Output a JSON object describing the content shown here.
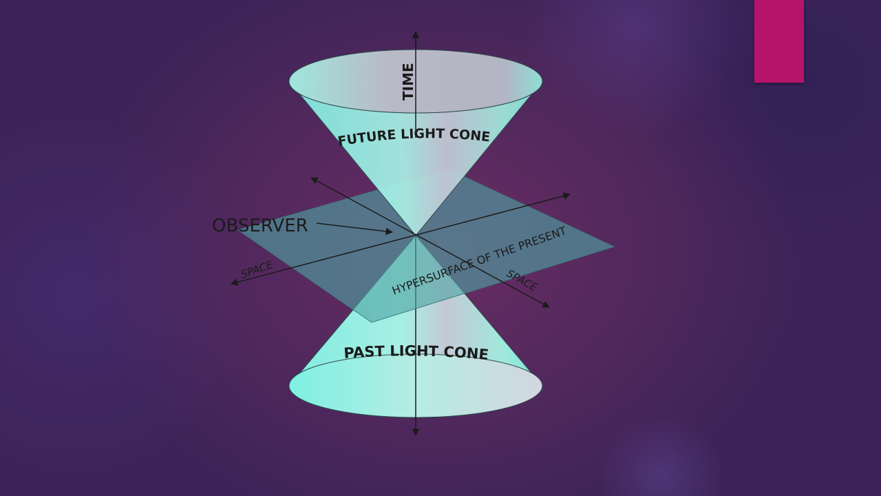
{
  "diagram": {
    "labels": {
      "time": "TIME",
      "future_cone": "FUTURE LIGHT CONE",
      "past_cone": "PAST LIGHT CONE",
      "observer": "OBSERVER",
      "hypersurface": "HYPERSURFACE OF THE PRESENT",
      "space_left": "SPACE",
      "space_right": "SPACE"
    },
    "colors": {
      "accent_bar": "#b5146a",
      "cone_fill": "#8ff1e2",
      "plane_fill": "#4fa3a3"
    }
  }
}
